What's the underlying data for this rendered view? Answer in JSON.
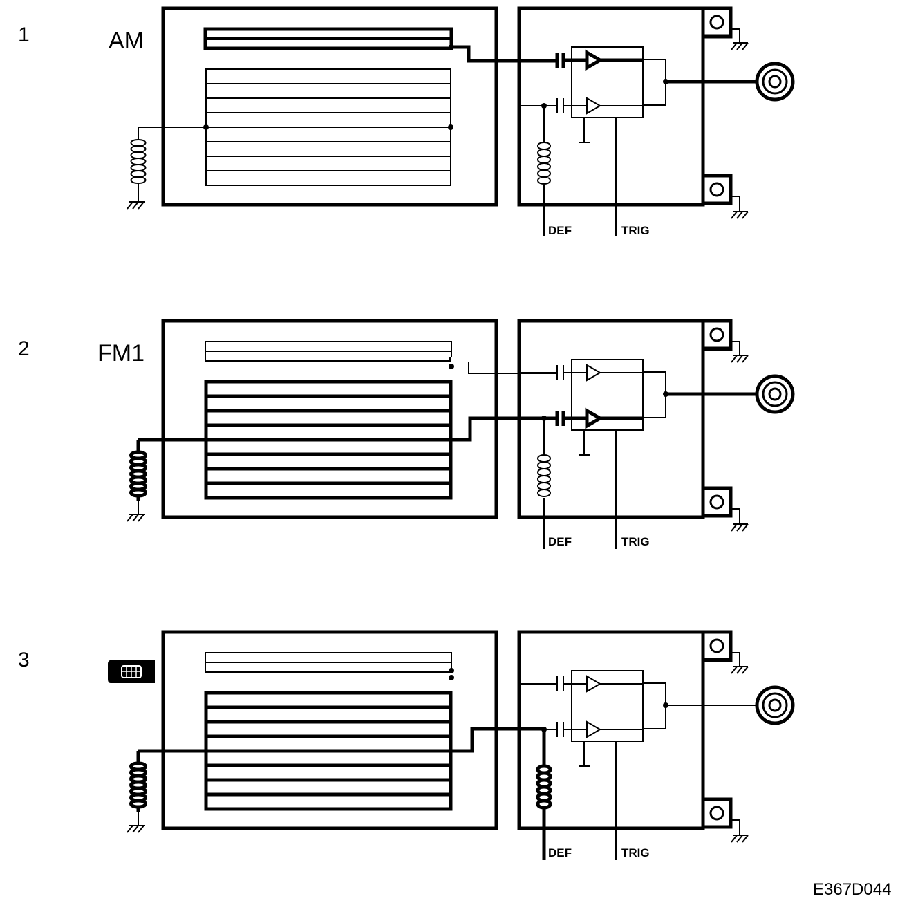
{
  "panels": [
    {
      "number": "1",
      "mode": "AM",
      "active": "am",
      "def_label": "DEF",
      "trig_label": "TRIG"
    },
    {
      "number": "2",
      "mode": "FM1",
      "active": "fm1",
      "def_label": "DEF",
      "trig_label": "TRIG"
    },
    {
      "number": "3",
      "mode": "",
      "active": "tel",
      "def_label": "DEF",
      "trig_label": "TRIG",
      "icon": "phone-card-icon"
    }
  ],
  "figure_code": "E367D044",
  "colors": {
    "line": "#000000",
    "background": "#ffffff"
  }
}
